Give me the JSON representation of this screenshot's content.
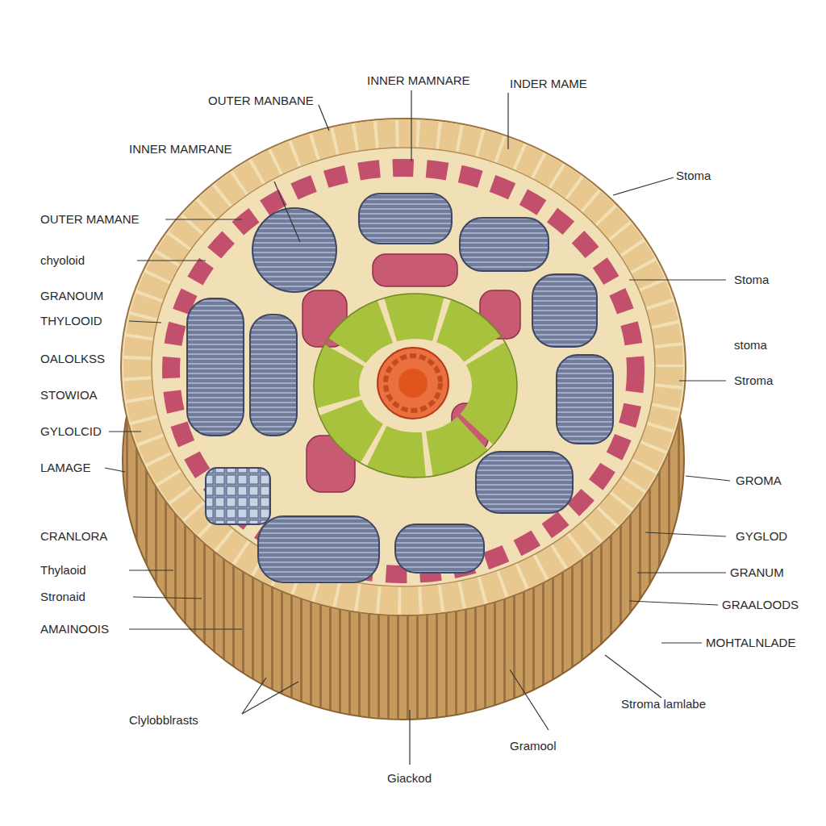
{
  "diagram": {
    "labels": [
      "INNER MAMNARE",
      "INDER MAME",
      "OUTER MANBANE",
      "INNER MAMRANE",
      "Stoma",
      "OUTER MAMANE",
      "chyoloid",
      "GRANOUM",
      "THYLOOID",
      "OALOLKSS",
      "STOWIOA",
      "GYLOLCID",
      "LAMAGE",
      "CRANLORA",
      "Thylaoid",
      "Stronaid",
      "AMAINOOIS",
      "Clylobblrasts",
      "Stoma",
      "stoma",
      "Stroma",
      "GROMA",
      "GYGLOD",
      "GRANUM",
      "GRAALOODS",
      "MOHTALNLADE",
      "Stroma lamlabe",
      "Gramool",
      "Giackod"
    ]
  }
}
